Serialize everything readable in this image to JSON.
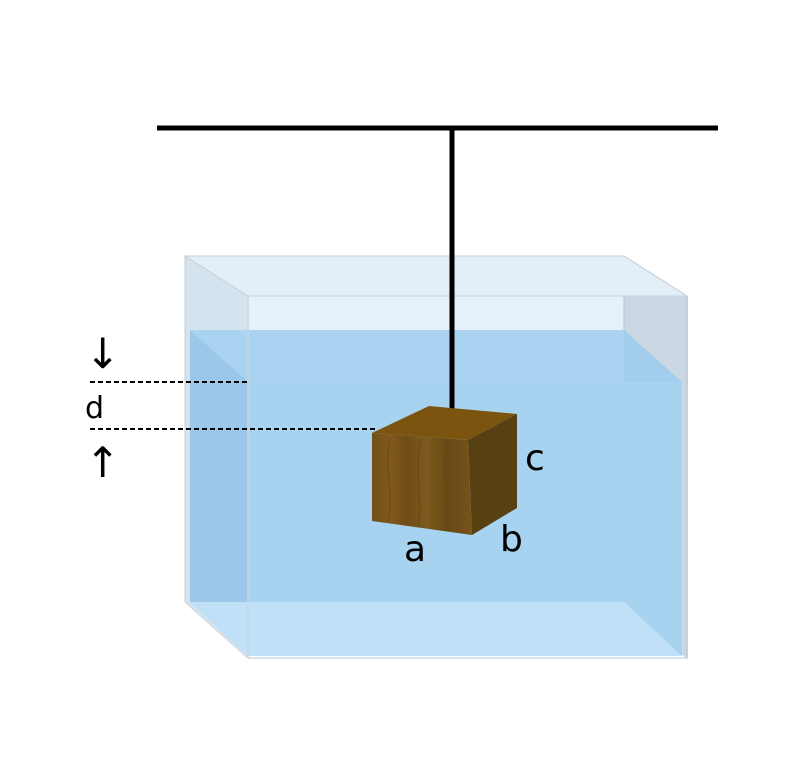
{
  "diagram": {
    "labels": {
      "depth": "d",
      "length": "a",
      "width": "b",
      "height": "c"
    },
    "arrows": {
      "top_arrow": "↓",
      "bottom_arrow": "↑"
    },
    "colors": {
      "water": "#a7d2f0",
      "water_surface": "#b8dcf3",
      "glass": "#dbe9f5",
      "glass_edge": "#c7d2dc",
      "block_front": "#7a5518",
      "block_top": "#7a5511",
      "block_side": "#57400f",
      "line": "#000000"
    }
  }
}
